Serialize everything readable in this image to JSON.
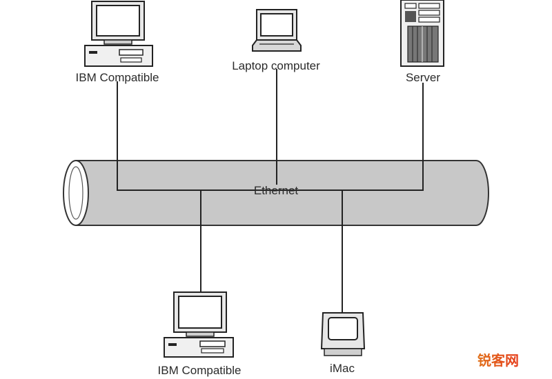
{
  "diagram": {
    "devices": {
      "ibm_top": "IBM Compatible",
      "laptop": "Laptop computer",
      "server": "Server",
      "ibm_bottom": "IBM Compatible",
      "imac": "iMac"
    },
    "backbone_label": "Ethernet"
  },
  "watermark": {
    "text": "锐客网",
    "colors": [
      "#e0701a",
      "#e63d1c"
    ]
  },
  "colors": {
    "cable_fill": "#c8c8c8",
    "stroke": "#333333",
    "background": "#ffffff"
  },
  "icons": [
    "desktop-computer-icon",
    "laptop-icon",
    "server-tower-icon",
    "imac-icon"
  ]
}
